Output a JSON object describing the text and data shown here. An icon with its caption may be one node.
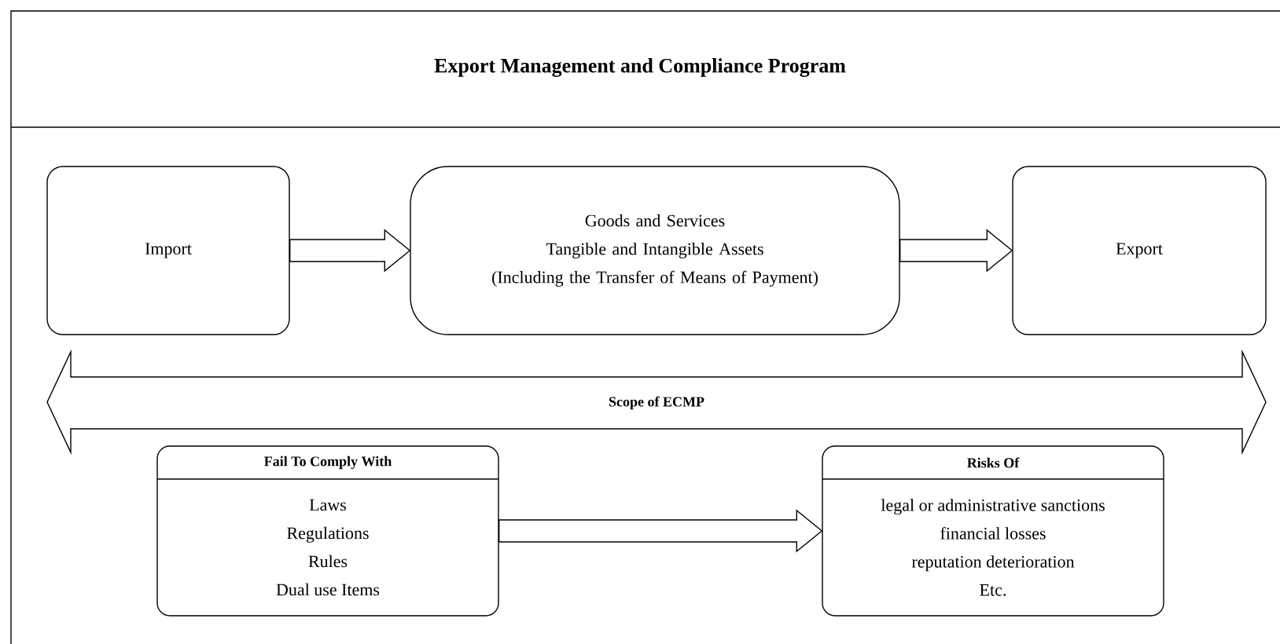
{
  "diagram": {
    "title": "Export Management and Compliance Program",
    "nodes": [
      {
        "text": [
          "Import"
        ]
      },
      {
        "text": [
          "Goods and Services",
          "Tangible and Intangible Assets",
          "(Including the Transfer of Means of Payment)"
        ]
      },
      {
        "text": [
          "Export"
        ]
      },
      {
        "text": [
          "Scope of ECMP"
        ]
      },
      {
        "text": [
          "Fail To Comply With",
          "Laws",
          "Regulations",
          "Rules",
          "Dual use Items"
        ]
      },
      {
        "text": [
          "Risks Of",
          "legal or administrative sanctions",
          "financial losses",
          "reputation deterioration",
          "Etc."
        ]
      }
    ],
    "edges": [
      {
        "from": 0,
        "to": 1,
        "arrow": "to"
      },
      {
        "from": 1,
        "to": 2,
        "arrow": "to"
      },
      {
        "from": 4,
        "to": 5,
        "arrow": "to"
      }
    ]
  }
}
